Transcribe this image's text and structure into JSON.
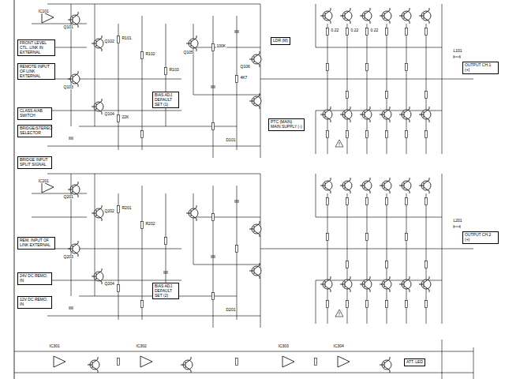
{
  "diagram": {
    "nodes": [
      {
        "text": [
          "FRONT LEVEL CTL. LINK IN EXTERNAL"
        ]
      },
      {
        "text": [
          "REMOTE INPUT OF LINK EXTERNAL"
        ]
      },
      {
        "text": [
          "CLASS A/AB SWITCH"
        ]
      },
      {
        "text": [
          "BRIDGE/STEREO SELECTOR"
        ]
      },
      {
        "text": [
          "BRIDGE INPUT SPLIT SIGNAL"
        ]
      },
      {
        "text": [
          "REM. INPUT OF LINK EXTERNAL"
        ]
      },
      {
        "text": [
          "24V DC REMO. IN"
        ]
      },
      {
        "text": [
          "12V DC REMO. IN"
        ]
      },
      {
        "text": [
          "LDR (M)"
        ]
      },
      {
        "text": [
          "BIAS ADJ. DEFAULT SET (1)"
        ]
      },
      {
        "text": [
          "PTC (MAIN)",
          "MAIN SUPPLY (-)"
        ]
      },
      {
        "text": [
          "BIAS ADJ. DEFAULT SET (2)"
        ]
      },
      {
        "text": [
          "OUTPUT CH.1 (+)"
        ]
      },
      {
        "text": [
          "OUTPUT CH.2 (+)"
        ]
      },
      {
        "text": [
          "ATT. LED"
        ]
      }
    ],
    "labels": [
      "IC101",
      "Q101",
      "Q102",
      "Q103",
      "Q104",
      "Q105",
      "Q106",
      "R101",
      "R102",
      "R103",
      "100K",
      "4K7",
      "22K",
      "0.22",
      "0.22",
      "0.22",
      "Q201",
      "Q202",
      "Q203",
      "Q204",
      "R201",
      "R202",
      "IC201",
      "IC301",
      "IC302",
      "IC303",
      "IC304",
      "L101",
      "L201",
      "D101",
      "D201"
    ]
  }
}
